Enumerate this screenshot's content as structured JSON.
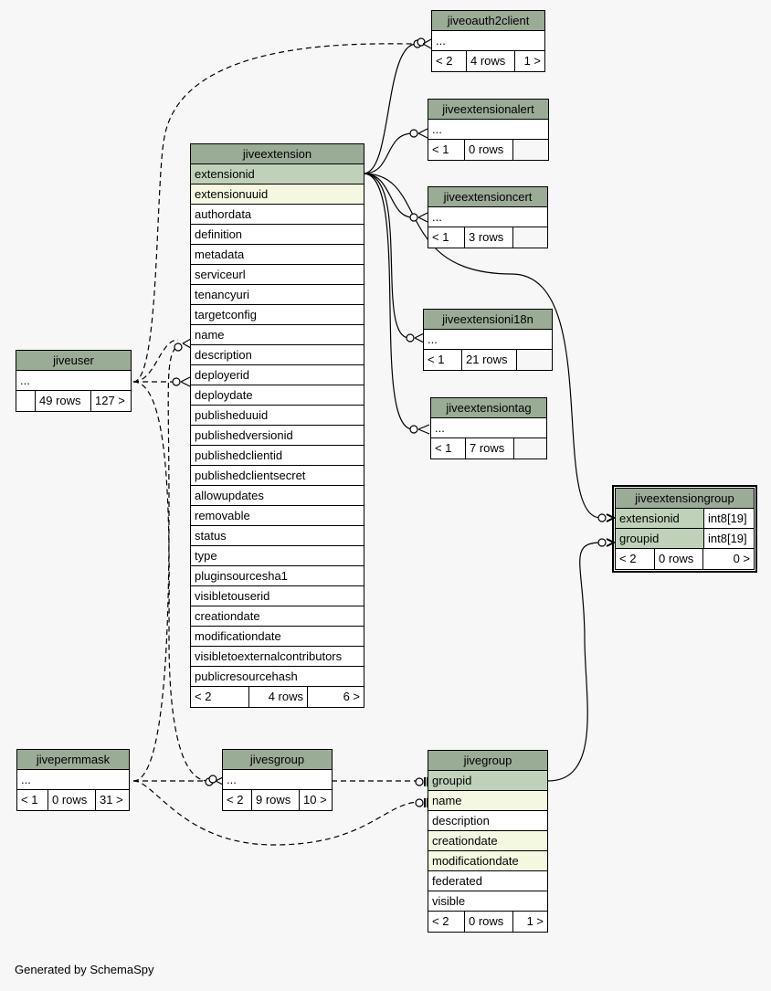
{
  "tables": {
    "jiveoauth2client": {
      "name": "jiveoauth2client",
      "rows": [
        "..."
      ],
      "stats": [
        "< 2",
        "4 rows",
        "1 >"
      ]
    },
    "jiveextensionalert": {
      "name": "jiveextensionalert",
      "rows": [
        "..."
      ],
      "stats": [
        "< 1",
        "0 rows",
        ""
      ]
    },
    "jiveextensioncert": {
      "name": "jiveextensioncert",
      "rows": [
        "..."
      ],
      "stats": [
        "< 1",
        "3 rows",
        ""
      ]
    },
    "jiveextensioni18n": {
      "name": "jiveextensioni18n",
      "rows": [
        "..."
      ],
      "stats": [
        "< 1",
        "21 rows",
        ""
      ]
    },
    "jiveextensiontag": {
      "name": "jiveextensiontag",
      "rows": [
        "..."
      ],
      "stats": [
        "< 1",
        "7 rows",
        ""
      ]
    },
    "jiveextension": {
      "name": "jiveextension",
      "rows": [
        "extensionid",
        "extensionuuid",
        "authordata",
        "definition",
        "metadata",
        "serviceurl",
        "tenancyuri",
        "targetconfig",
        "name",
        "description",
        "deployerid",
        "deploydate",
        "publisheduuid",
        "publishedversionid",
        "publishedclientid",
        "publishedclientsecret",
        "allowupdates",
        "removable",
        "status",
        "type",
        "pluginsourcesha1",
        "visibletouserid",
        "creationdate",
        "modificationdate",
        "visibletoexternalcontributors",
        "publicresourcehash"
      ],
      "stats": [
        "< 2",
        "4 rows",
        "6 >"
      ]
    },
    "jiveuser": {
      "name": "jiveuser",
      "rows": [
        "..."
      ],
      "stats": [
        "",
        "49 rows",
        "127 >"
      ]
    },
    "jivepermmask": {
      "name": "jivepermmask",
      "rows": [
        "..."
      ],
      "stats": [
        "< 1",
        "0 rows",
        "31 >"
      ]
    },
    "jivesgroup": {
      "name": "jivesgroup",
      "rows": [
        "..."
      ],
      "stats": [
        "< 2",
        "9 rows",
        "10 >"
      ]
    },
    "jivegroup": {
      "name": "jivegroup",
      "rows": [
        "groupid",
        "name",
        "description",
        "creationdate",
        "modificationdate",
        "federated",
        "visible"
      ],
      "stats": [
        "< 2",
        "0 rows",
        "1 >"
      ]
    },
    "jiveextensiongroup": {
      "name": "jiveextensiongroup",
      "columns": [
        [
          "extensionid",
          "int8[19]"
        ],
        [
          "groupid",
          "int8[19]"
        ]
      ],
      "stats": [
        "< 2",
        "0 rows",
        "0 >"
      ]
    }
  },
  "footer": "Generated by SchemaSpy"
}
